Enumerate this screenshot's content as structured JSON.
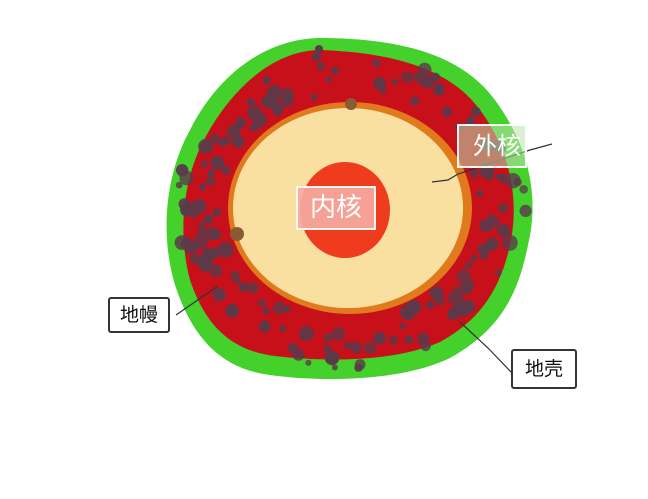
{
  "labels": {
    "inner_core": "内核",
    "outer_core": "外核",
    "mantle": "地幔",
    "crust": "地壳"
  },
  "colors": {
    "crust": "#44d12c",
    "mantle": "#c8101b",
    "mantle_spots": "#5a3a4a",
    "boundary": "#e07a1c",
    "outer_core": "#f9dfa0",
    "inner_core": "#ef3c1e",
    "inner_label_fill": "#f6aaa0",
    "outer_label_fill": "#bee1af"
  }
}
